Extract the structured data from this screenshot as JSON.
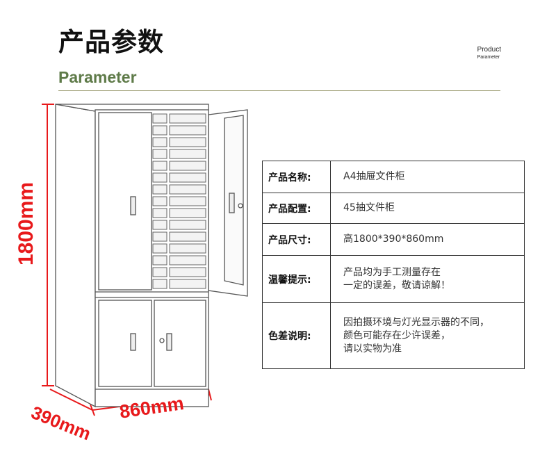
{
  "header": {
    "title": "产品参数",
    "subtitle": "Parameter",
    "corner_line1": "Product",
    "corner_line2": "Parameter"
  },
  "dimensions": {
    "height": "1800mm",
    "depth": "390mm",
    "width": "860mm"
  },
  "specs": [
    {
      "label": "产品名称:",
      "lines": [
        "A4抽屉文件柜"
      ]
    },
    {
      "label": "产品配置:",
      "lines": [
        "45抽文件柜"
      ]
    },
    {
      "label": "产品尺寸:",
      "lines": [
        "高1800*390*860mm"
      ]
    },
    {
      "label": "温馨提示:",
      "lines": [
        "产品均为手工测量存在",
        "一定的误差，敬请谅解！"
      ]
    },
    {
      "label": "色差说明:",
      "lines": [
        "因拍摄环境与灯光显示器的不同，",
        "颜色可能存在少许误差，",
        "请以实物为准"
      ]
    }
  ],
  "colors": {
    "accent_green": "#5e7a48",
    "dimension_red": "#e8191b"
  }
}
